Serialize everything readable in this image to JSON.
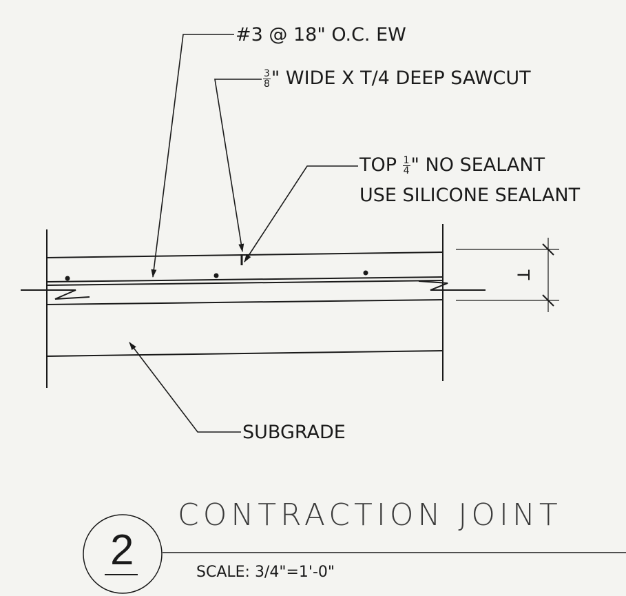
{
  "detail": {
    "number": "2",
    "title": "CONTRACTION  JOINT",
    "scale": "SCALE: 3/4\"=1'-0\""
  },
  "callouts": {
    "rebar": "#3 @ 18\" O.C. EW",
    "sawcut_num": "3",
    "sawcut_den": "8",
    "sawcut_text": "\" WIDE X T/4 DEEP SAWCUT",
    "sealant_prefix": "TOP ",
    "sealant_num": "1",
    "sealant_den": "4",
    "sealant_text": "\" NO SEALANT",
    "sealant_line2": "USE  SILICONE SEALANT",
    "subgrade": "SUBGRADE"
  },
  "dimension": {
    "label": "T"
  },
  "colors": {
    "paper": "#f4f4f1",
    "ink": "#1a1a1a"
  }
}
